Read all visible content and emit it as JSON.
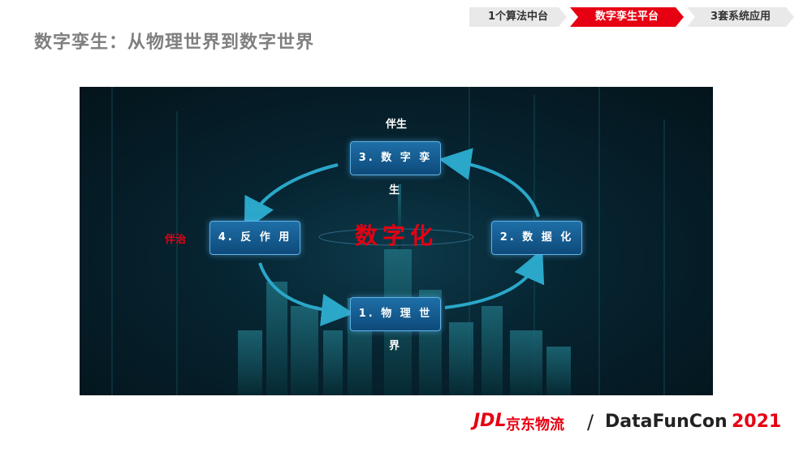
{
  "title": "数字孪生：从物理世界到数字世界",
  "steps": [
    {
      "label": "1个算法中台",
      "active": false
    },
    {
      "label": "数字孪生平台",
      "active": true
    },
    {
      "label": "3套系统应用",
      "active": false
    }
  ],
  "diagram": {
    "companion_label": "伴生",
    "governance_label": "伴治",
    "center_label": "数字化",
    "nodes": {
      "physical_world": "1. 物 理 世 界",
      "data": "2. 数 据 化",
      "digital_twin": "3. 数 字 孪 生",
      "reaction": "4. 反 作 用"
    }
  },
  "brand": {
    "logo": "JDL",
    "company": "京东物流",
    "separator": "/",
    "event": "DataFunCon",
    "year": "2021"
  },
  "colors": {
    "accent": "#e60012",
    "node_fill": "#1e6fa8",
    "arrow": "#2aa7c9"
  }
}
